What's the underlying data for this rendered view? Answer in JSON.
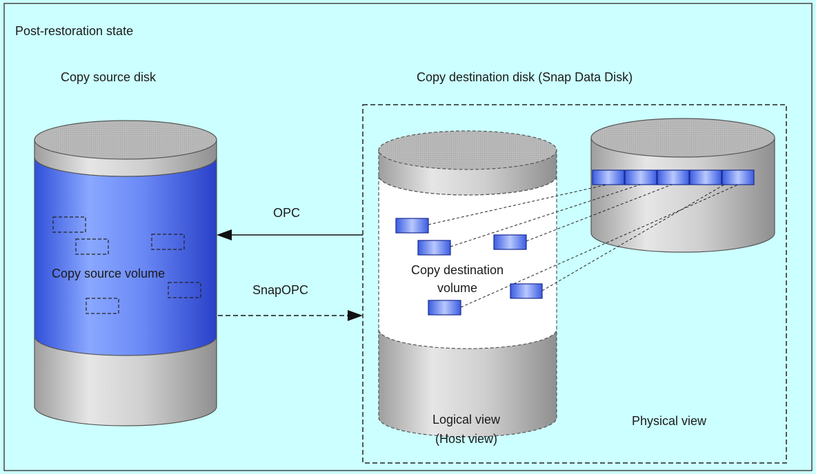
{
  "frame_title": "Post-restoration state",
  "source": {
    "heading": "Copy source disk",
    "volume_label": "Copy source volume"
  },
  "destination": {
    "heading": "Copy destination disk (Snap Data Disk)",
    "volume_label_line1": "Copy destination",
    "volume_label_line2": "volume",
    "logical_view_line1": "Logical view",
    "logical_view_line2": "(Host view)",
    "physical_view": "Physical view"
  },
  "arrows": {
    "opc": "OPC",
    "snapopc": "SnapOPC"
  },
  "colors": {
    "background": "#ccffff",
    "disk_gray": "#c0c0c0",
    "disk_top": "#b4b4b4",
    "volume_blue": "#5577ee",
    "block_blue": "#6a8cf2"
  }
}
